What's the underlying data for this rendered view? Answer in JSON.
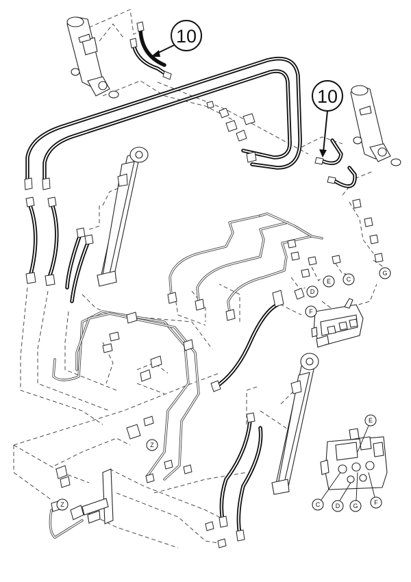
{
  "callouts": {
    "item_10_top": "10",
    "item_10_right": "10",
    "d_upper": "D",
    "e_upper": "E",
    "c_upper": "C",
    "g_upper": "G",
    "f_upper": "F",
    "z_middle": "Z",
    "z_lower": "Z",
    "e_valve": "E",
    "c_valve": "C",
    "d_valve": "D",
    "g_valve": "G",
    "f_valve": "F"
  }
}
